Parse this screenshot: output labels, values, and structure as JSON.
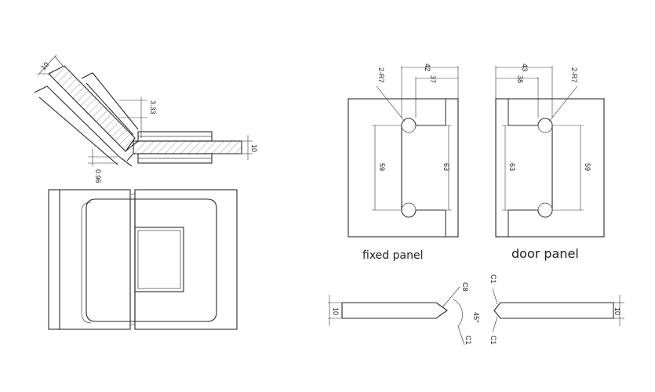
{
  "labels": {
    "fixed_panel": "fixed panel",
    "door_panel": "door panel"
  },
  "dimensions": {
    "glass_thickness_top": "10",
    "gap": "3.33",
    "offset": "0.96",
    "glass_thickness_right": "10",
    "fixed_radius": "2-R7",
    "fixed_width_outer": "42",
    "fixed_width_inner": "37",
    "fixed_height_inner": "59",
    "fixed_height_outer": "63",
    "door_width_outer": "43",
    "door_width_inner": "38",
    "door_radius": "2-R7",
    "door_height_inner": "63",
    "door_height_outer": "59",
    "bottom_left_thickness": "10",
    "chamfer_c8": "C8",
    "angle": "45°",
    "chamfer_c1_left": "C1",
    "chamfer_c1_top": "C1",
    "chamfer_c1_bottom": "C1",
    "bottom_right_thickness": "10"
  },
  "colors": {
    "line": "#2a2a2a",
    "background": "#ffffff"
  }
}
